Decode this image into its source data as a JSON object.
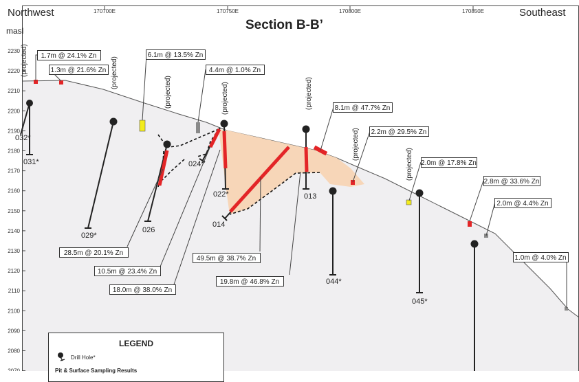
{
  "title": "Section B-B’",
  "corner_left": "Northwest",
  "corner_right": "Southeast",
  "elevation_unit": "masl",
  "easting_labels": [
    "170700E",
    "170750E",
    "170800E",
    "170850E"
  ],
  "elevation_labels": [
    "2230",
    "2220",
    "2210",
    "2200",
    "2190",
    "2180",
    "2170",
    "2160",
    "2150",
    "2140",
    "2130",
    "2120",
    "2110",
    "2100",
    "2090",
    "2080",
    "2070"
  ],
  "projected_label": "(projected)",
  "drill_holes": [
    "032*",
    "031*",
    "029*",
    "026",
    "024*",
    "022*",
    "014",
    "013",
    "044*",
    "045*"
  ],
  "intercepts": [
    "1.7m @ 24.1% Zn",
    "1.3m @ 21.6% Zn",
    "6.1m @ 13.5% Zn",
    "4.4m @ 1.0% Zn",
    "8.1m @ 47.7% Zn",
    "2.2m @ 29.5% Zn",
    "2.0m @ 17.8% Zn",
    "2.8m @ 33.6% Zn",
    "2.0m @ 4.4% Zn",
    "1.0m @ 4.0% Zn",
    "28.5m @ 20.1% Zn",
    "10.5m @ 23.4% Zn",
    "18.0m @ 38.0% Zn",
    "49.5m @ 38.7% Zn",
    "19.8m @ 46.8% Zn"
  ],
  "legend": {
    "title": "LEGEND",
    "drill_hole": "Drill Hole*",
    "section_heading": "Pit & Surface Sampling Results"
  },
  "colors": {
    "ground_fill": "#f0eff1",
    "ore_zone_fill": "#f7d6b8",
    "high_grade_red": "#e32527",
    "yellow_sample": "#f3ec1c",
    "grey_sample": "#8a8a8a",
    "ink": "#222222"
  }
}
